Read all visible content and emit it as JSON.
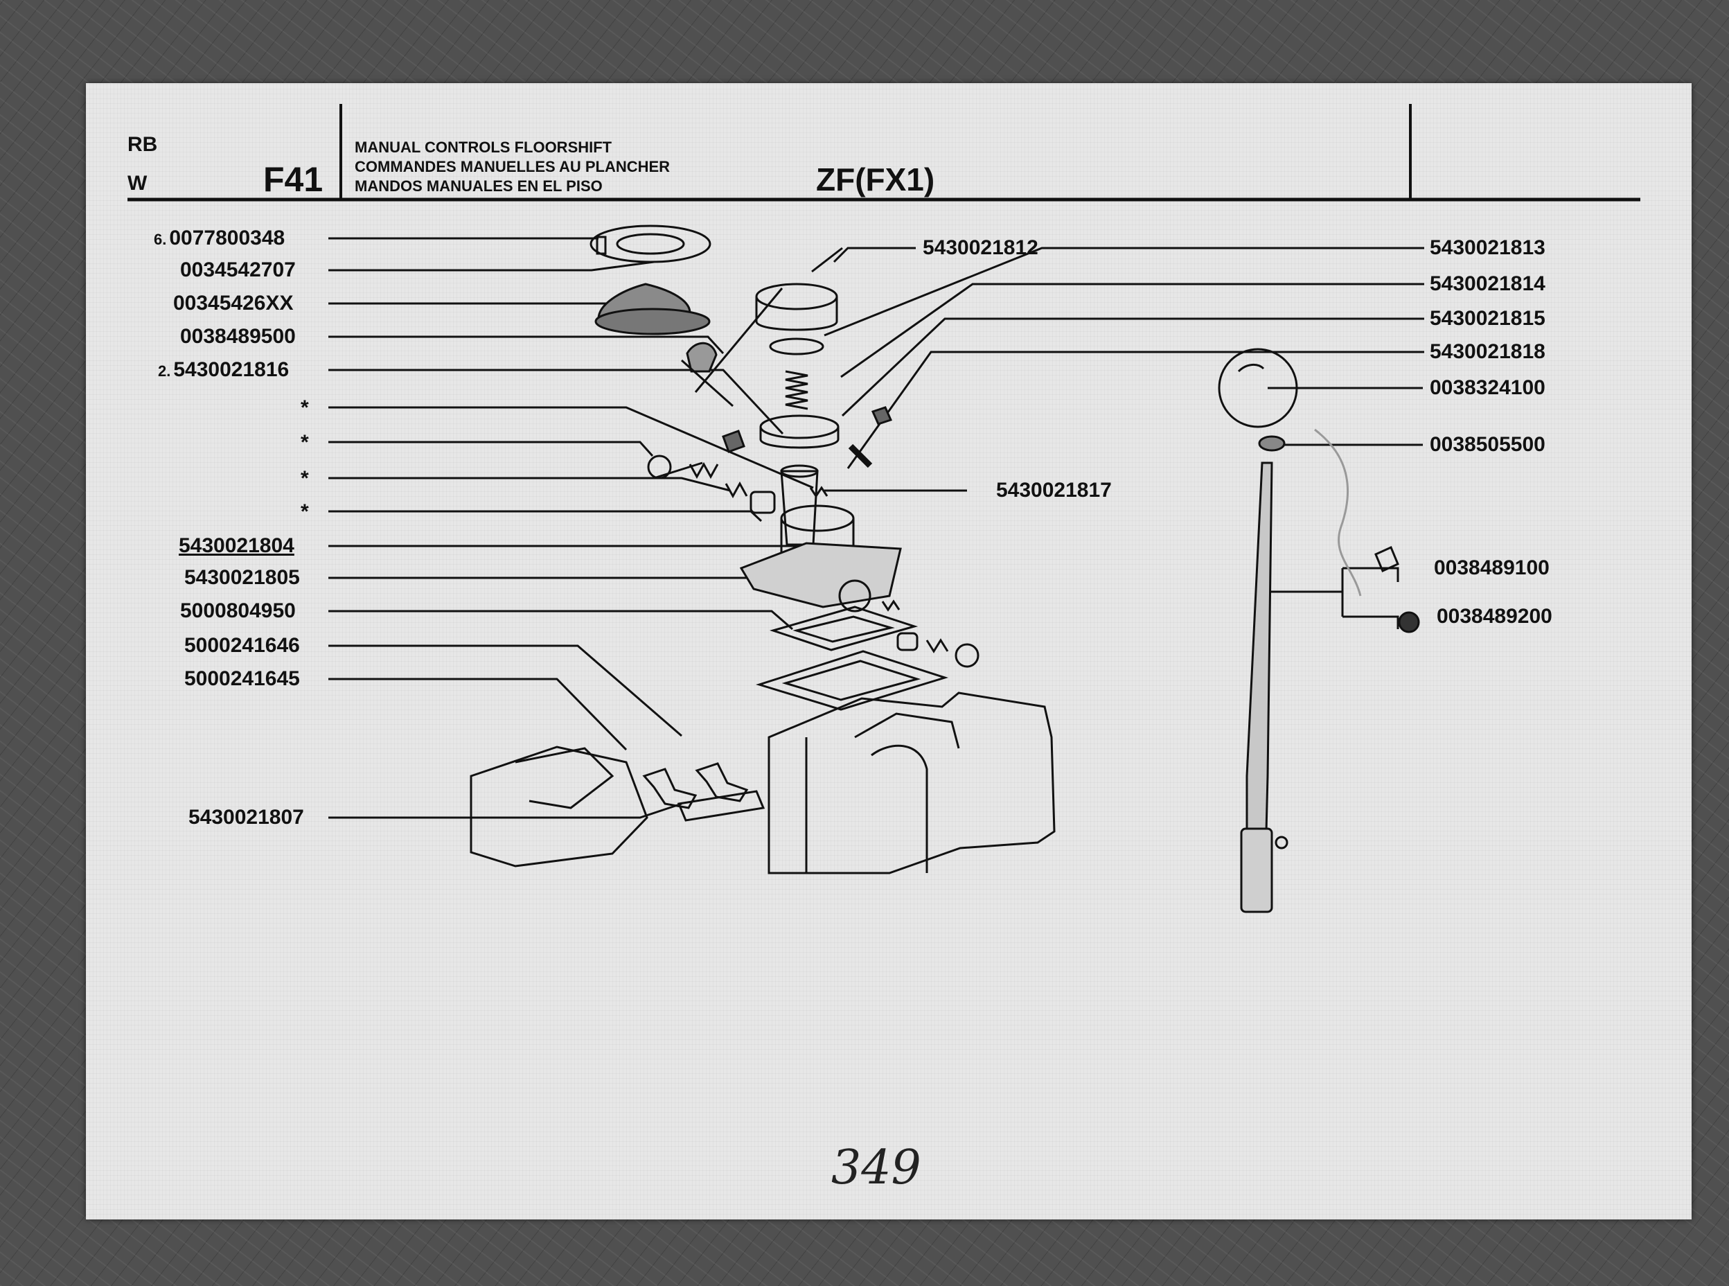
{
  "header": {
    "rb": "RB",
    "w": "W",
    "section_code": "F41",
    "title_en": "MANUAL CONTROLS FLOORSHIFT",
    "title_fr": "COMMANDES MANUELLES AU PLANCHER",
    "title_es": "MANDOS MANUALES EN EL PISO",
    "model": "ZF(FX1)"
  },
  "labels_left": [
    {
      "prefix": "6.",
      "text": "0077800348"
    },
    {
      "prefix": "",
      "text": "0034542707"
    },
    {
      "prefix": "",
      "text": "00345426XX"
    },
    {
      "prefix": "",
      "text": "0038489500"
    },
    {
      "prefix": "2.",
      "text": "5430021816"
    },
    {
      "prefix": "",
      "text": "*"
    },
    {
      "prefix": "",
      "text": "*"
    },
    {
      "prefix": "",
      "text": "*"
    },
    {
      "prefix": "",
      "text": "*"
    },
    {
      "prefix": "",
      "text": "5430021804"
    },
    {
      "prefix": "",
      "text": "5430021805"
    },
    {
      "prefix": "",
      "text": "5000804950"
    },
    {
      "prefix": "",
      "text": "5000241646"
    },
    {
      "prefix": "",
      "text": "5000241645"
    },
    {
      "prefix": "",
      "text": "5430021807"
    }
  ],
  "labels_right": [
    {
      "text": "5430021812"
    },
    {
      "text": "5430021813"
    },
    {
      "text": "5430021814"
    },
    {
      "text": "5430021815"
    },
    {
      "text": "5430021818"
    },
    {
      "text": "0038324100"
    },
    {
      "text": "0038505500"
    },
    {
      "text": "5430021817"
    },
    {
      "text": "0038489100"
    },
    {
      "text": "0038489200"
    }
  ],
  "page_number": "349"
}
